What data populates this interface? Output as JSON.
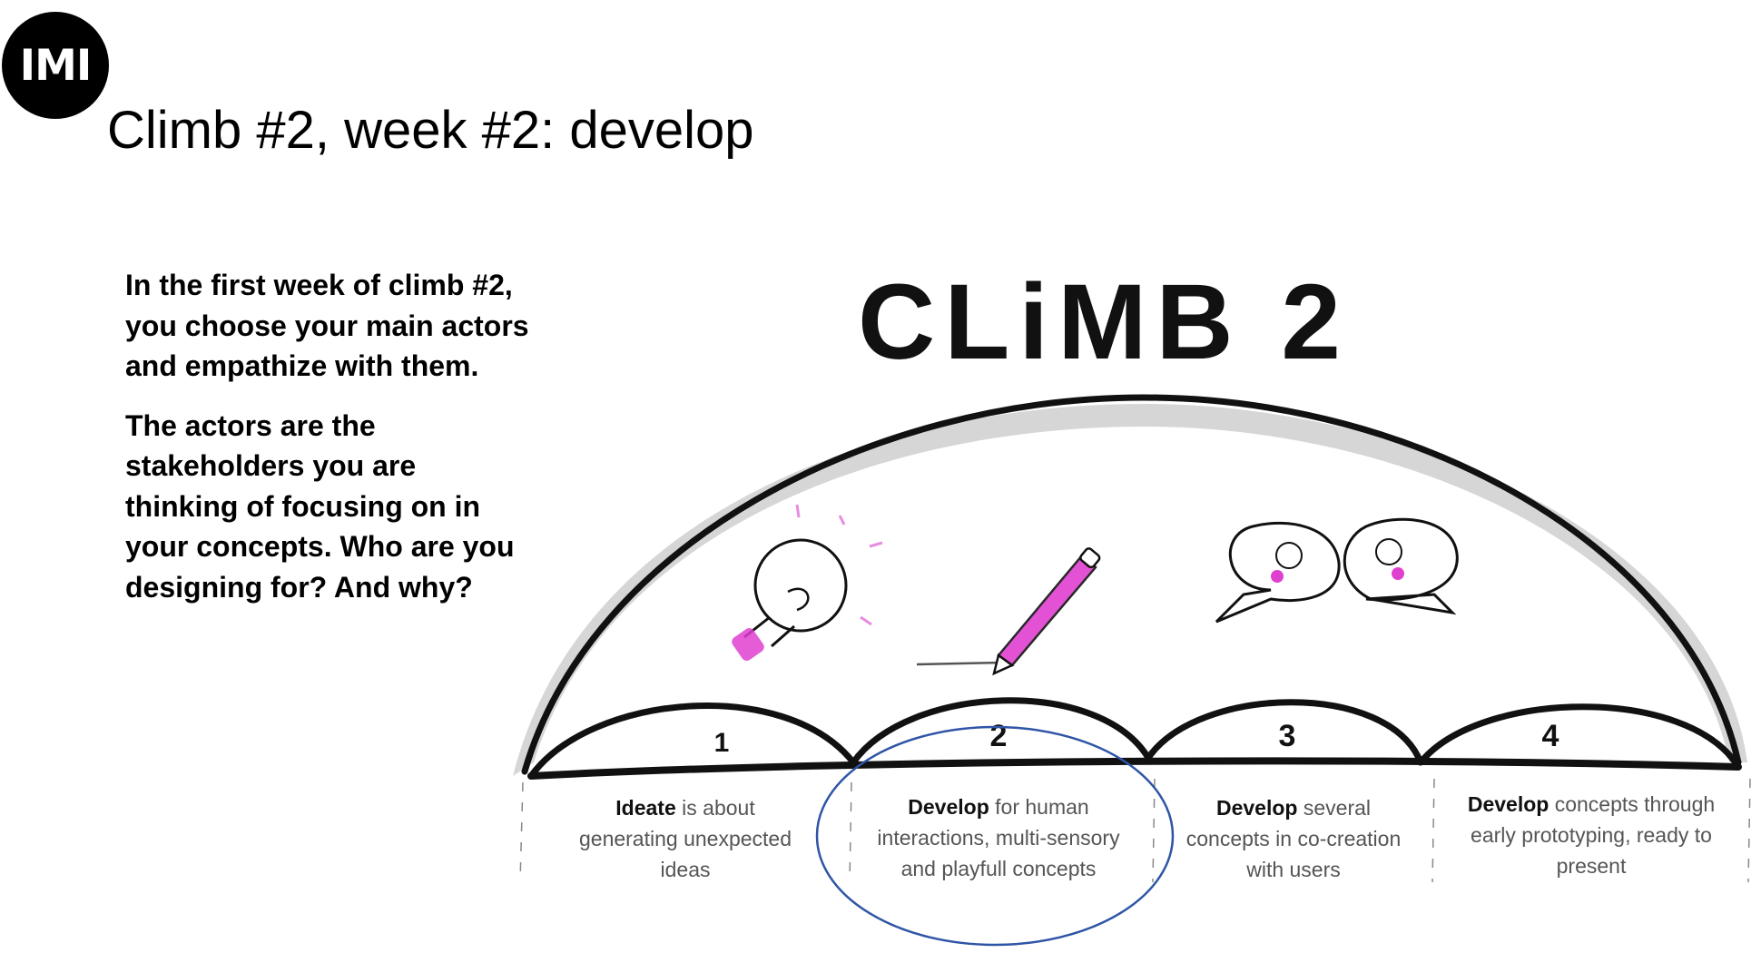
{
  "logo": {
    "text": "IMI"
  },
  "slide": {
    "title": "Climb #2, week #2: develop",
    "paragraphs": [
      "In the first week of climb #2,\nyou choose your main actors\nand empathize with them.",
      "The actors are the\nstakeholders you are\nthinking of focusing on in\nyour concepts. Who are you\ndesigning for? And why?"
    ]
  },
  "illustration": {
    "heading": "CLiMB 2",
    "steps": [
      {
        "number": "1",
        "bold": "Ideate",
        "rest_line1": " is about",
        "line2": "generating unexpected",
        "line3": "ideas"
      },
      {
        "number": "2",
        "bold": "Develop",
        "rest_line1": " for human",
        "line2": "interactions, multi-sensory",
        "line3": "and playfull concepts"
      },
      {
        "number": "3",
        "bold": "Develop",
        "rest_line1": " several",
        "line2": "concepts in co-creation",
        "line3": "with users"
      },
      {
        "number": "4",
        "bold": "Develop",
        "rest_line1": " concepts through",
        "line2": "early prototyping, ready to",
        "line3": "present"
      }
    ],
    "colors": {
      "accent_magenta": "#e040d0",
      "highlight_circle": "#2f55a6",
      "shadow": "#cfcfcf"
    }
  }
}
